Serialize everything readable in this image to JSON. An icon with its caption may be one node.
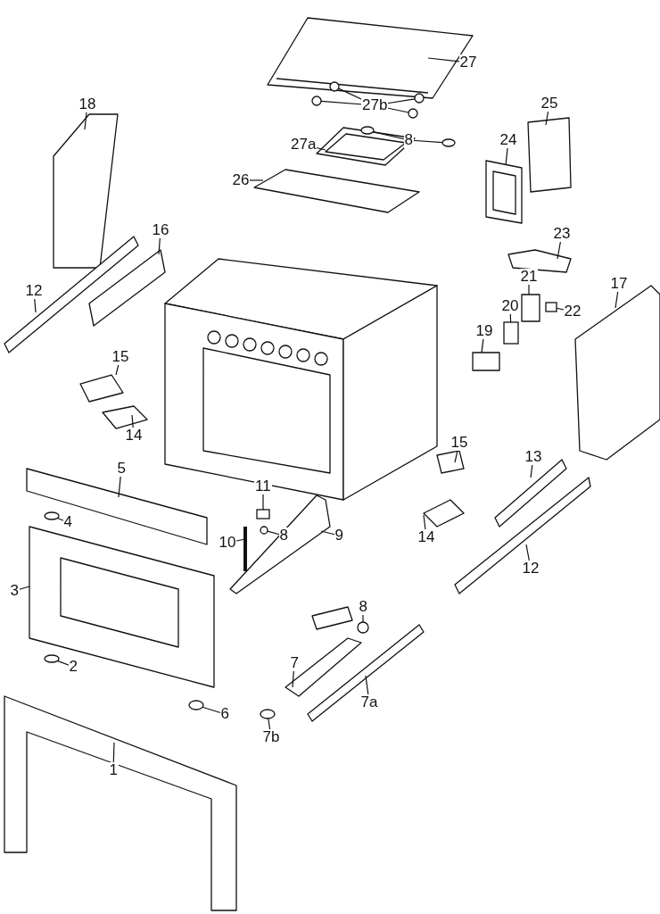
{
  "diagram": {
    "nodes": [
      {
        "text": [
          "27"
        ]
      },
      {
        "text": [
          "27b"
        ]
      },
      {
        "text": [
          "8"
        ]
      },
      {
        "text": [
          "27a"
        ]
      },
      {
        "text": [
          "26"
        ]
      },
      {
        "text": [
          "18"
        ]
      },
      {
        "text": [
          "25"
        ]
      },
      {
        "text": [
          "24"
        ]
      },
      {
        "text": [
          "23"
        ]
      },
      {
        "text": [
          "16"
        ]
      },
      {
        "text": [
          "12"
        ]
      },
      {
        "text": [
          "21"
        ]
      },
      {
        "text": [
          "22"
        ]
      },
      {
        "text": [
          "20"
        ]
      },
      {
        "text": [
          "19"
        ]
      },
      {
        "text": [
          "17"
        ]
      },
      {
        "text": [
          "15"
        ]
      },
      {
        "text": [
          "14"
        ]
      },
      {
        "text": [
          "15"
        ]
      },
      {
        "text": [
          "14"
        ]
      },
      {
        "text": [
          "5"
        ]
      },
      {
        "text": [
          "4"
        ]
      },
      {
        "text": [
          "11"
        ]
      },
      {
        "text": [
          "8"
        ]
      },
      {
        "text": [
          "10"
        ]
      },
      {
        "text": [
          "9"
        ]
      },
      {
        "text": [
          "13"
        ]
      },
      {
        "text": [
          "3"
        ]
      },
      {
        "text": [
          "12"
        ]
      },
      {
        "text": [
          "2"
        ]
      },
      {
        "text": [
          "8"
        ]
      },
      {
        "text": [
          "7"
        ]
      },
      {
        "text": [
          "7a"
        ]
      },
      {
        "text": [
          "6"
        ]
      },
      {
        "text": [
          "7b"
        ]
      },
      {
        "text": [
          "1"
        ]
      },
      {
        "text": [],
        "shape": "circle"
      },
      {
        "text": [],
        "shape": "circle"
      },
      {
        "text": [],
        "shape": "circle"
      },
      {
        "text": [],
        "shape": "circle"
      },
      {
        "text": [],
        "shape": "circle"
      },
      {
        "text": [],
        "shape": "circle"
      },
      {
        "text": [],
        "shape": "box"
      },
      {
        "text": [],
        "shape": "box"
      },
      {
        "text": [],
        "shape": "circle"
      },
      {
        "text": [],
        "shape": "circle"
      },
      {
        "text": [],
        "shape": "box"
      },
      {
        "text": [],
        "shape": "circle"
      },
      {
        "text": [],
        "shape": "circle"
      },
      {
        "text": [],
        "shape": "circle"
      },
      {
        "text": [],
        "shape": "circle"
      }
    ],
    "edges": [
      {
        "from": 0,
        "to": null,
        "arrow": "none"
      },
      {
        "from": 1,
        "to": 37,
        "arrow": "none"
      },
      {
        "from": 1,
        "to": 36,
        "arrow": "none"
      },
      {
        "from": 1,
        "to": 39,
        "arrow": "none"
      },
      {
        "from": 1,
        "to": 38,
        "arrow": "none"
      },
      {
        "from": 2,
        "to": 40,
        "arrow": "none"
      },
      {
        "from": 2,
        "to": 41,
        "arrow": "none"
      },
      {
        "from": 3,
        "to": null,
        "arrow": "none"
      },
      {
        "from": 4,
        "to": null,
        "arrow": "none"
      },
      {
        "from": 5,
        "to": null,
        "arrow": "none"
      },
      {
        "from": 6,
        "to": null,
        "arrow": "none"
      },
      {
        "from": 7,
        "to": null,
        "arrow": "none"
      },
      {
        "from": 8,
        "to": null,
        "arrow": "none"
      },
      {
        "from": 9,
        "to": null,
        "arrow": "none"
      },
      {
        "from": 10,
        "to": null,
        "arrow": "none"
      },
      {
        "from": 11,
        "to": null,
        "arrow": "none"
      },
      {
        "from": 12,
        "to": 42,
        "arrow": "none"
      },
      {
        "from": 13,
        "to": 43,
        "arrow": "none"
      },
      {
        "from": 14,
        "to": null,
        "arrow": "none"
      },
      {
        "from": 15,
        "to": null,
        "arrow": "none"
      },
      {
        "from": 16,
        "to": null,
        "arrow": "none"
      },
      {
        "from": 17,
        "to": null,
        "arrow": "none"
      },
      {
        "from": 18,
        "to": null,
        "arrow": "none"
      },
      {
        "from": 19,
        "to": null,
        "arrow": "none"
      },
      {
        "from": 20,
        "to": null,
        "arrow": "none"
      },
      {
        "from": 21,
        "to": 44,
        "arrow": "none"
      },
      {
        "from": 22,
        "to": 46,
        "arrow": "none"
      },
      {
        "from": 23,
        "to": 47,
        "arrow": "none"
      },
      {
        "from": 24,
        "to": null,
        "arrow": "none"
      },
      {
        "from": 25,
        "to": null,
        "arrow": "none"
      },
      {
        "from": 26,
        "to": null,
        "arrow": "none"
      },
      {
        "from": 27,
        "to": null,
        "arrow": "none"
      },
      {
        "from": 28,
        "to": null,
        "arrow": "none"
      },
      {
        "from": 29,
        "to": 45,
        "arrow": "none"
      },
      {
        "from": 30,
        "to": 48,
        "arrow": "none"
      },
      {
        "from": 31,
        "to": null,
        "arrow": "none"
      },
      {
        "from": 32,
        "to": null,
        "arrow": "none"
      },
      {
        "from": 33,
        "to": 50,
        "arrow": "none"
      },
      {
        "from": 34,
        "to": 49,
        "arrow": "none"
      },
      {
        "from": 35,
        "to": null,
        "arrow": "none"
      }
    ]
  }
}
